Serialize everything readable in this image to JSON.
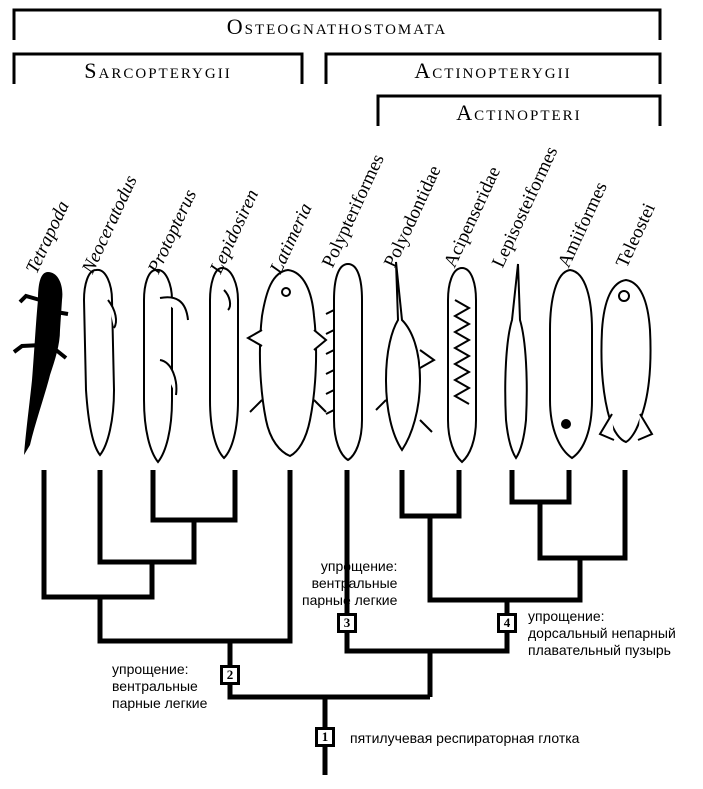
{
  "groups": {
    "osteognathostomata": "Osteognathostomata",
    "sarcopterygii": "Sarcopterygii",
    "actinopterygii": "Actinopterygii",
    "actinopteri": "Actinopteri"
  },
  "taxa": [
    {
      "label": "Tetrapoda",
      "italic": true
    },
    {
      "label": "Neoceratodus",
      "italic": true
    },
    {
      "label": "Protopterus",
      "italic": true
    },
    {
      "label": "Lepidosiren",
      "italic": true
    },
    {
      "label": "Latimeria",
      "italic": true
    },
    {
      "label": "Polypteriformes",
      "italic": false
    },
    {
      "label": "Polyodontidae",
      "italic": false
    },
    {
      "label": "Acipenseridae",
      "italic": false
    },
    {
      "label": "Lepisosteiformes",
      "italic": false
    },
    {
      "label": "Amiiformes",
      "italic": false
    },
    {
      "label": "Teleostei",
      "italic": false
    }
  ],
  "nodes": {
    "n1": {
      "number": "1",
      "text": "пятилучевая респираторная глотка"
    },
    "n2": {
      "number": "2",
      "text_line1": "упрощение:",
      "text_line2": "вентральные",
      "text_line3": "парные легкие"
    },
    "n3": {
      "number": "3",
      "text_line1": "упрощение:",
      "text_line2": "вентральные",
      "text_line3": "парные легкие"
    },
    "n4": {
      "number": "4",
      "text_line1": "упрощение:",
      "text_line2": "дорсальный непарный",
      "text_line3": "плавательный пузырь"
    }
  },
  "icons": [
    "tetrapod-silhouette-icon",
    "lungfish-icon",
    "coelacanth-icon",
    "bichir-icon",
    "paddlefish-icon",
    "sturgeon-icon",
    "gar-icon",
    "bowfin-icon",
    "teleost-icon"
  ]
}
